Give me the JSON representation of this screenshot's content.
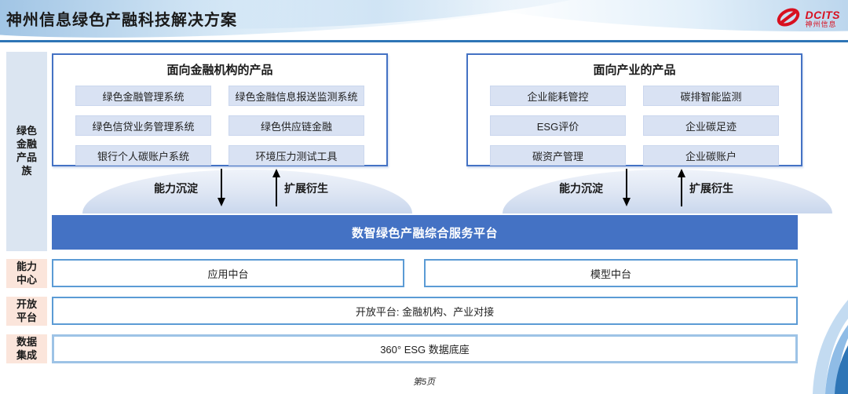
{
  "colors": {
    "accent_blue": "#4472C4",
    "rule_blue": "#2E75B6",
    "light_blue_border": "#5B9BD5",
    "pale_blue_border": "#9DC3E6",
    "logo_red": "#D8101F",
    "sidebar_blue_bg": "#DBE5F1",
    "sidebar_peach_bg": "#FBE5DB",
    "chip_bg": "#D9E2F3"
  },
  "page": {
    "title": "神州信息绿色产融科技解决方案",
    "page_number": "第5页"
  },
  "logo": {
    "brand": "DCITS",
    "brand_cn": "神州信息"
  },
  "sidebar": {
    "product_family": "绿色\n金融\n产品\n族",
    "capability_center": "能力\n中心",
    "open_platform": "开放\n平台",
    "data_integration": "数据\n集成"
  },
  "finance_products": {
    "title": "面向金融机构的产品",
    "items": [
      "绿色金融管理系统",
      "绿色金融信息报送监测系统",
      "绿色信贷业务管理系统",
      "绿色供应链金融",
      "银行个人碳账户系统",
      "环境压力测试工具"
    ]
  },
  "industry_products": {
    "title": "面向产业的产品",
    "items": [
      "企业能耗管控",
      "碳排智能监测",
      "ESG评价",
      "企业碳足迹",
      "碳资产管理",
      "企业碳账户"
    ]
  },
  "arrows": {
    "down_label": "能力沉淀",
    "up_label": "扩展衍生"
  },
  "platform": {
    "title": "数智绿色产融综合服务平台"
  },
  "middle": {
    "app": "应用中台",
    "model": "模型中台"
  },
  "open_row": {
    "label": "开放平台: 金融机构、产业对接"
  },
  "data_row": {
    "label": "360° ESG 数据底座"
  }
}
